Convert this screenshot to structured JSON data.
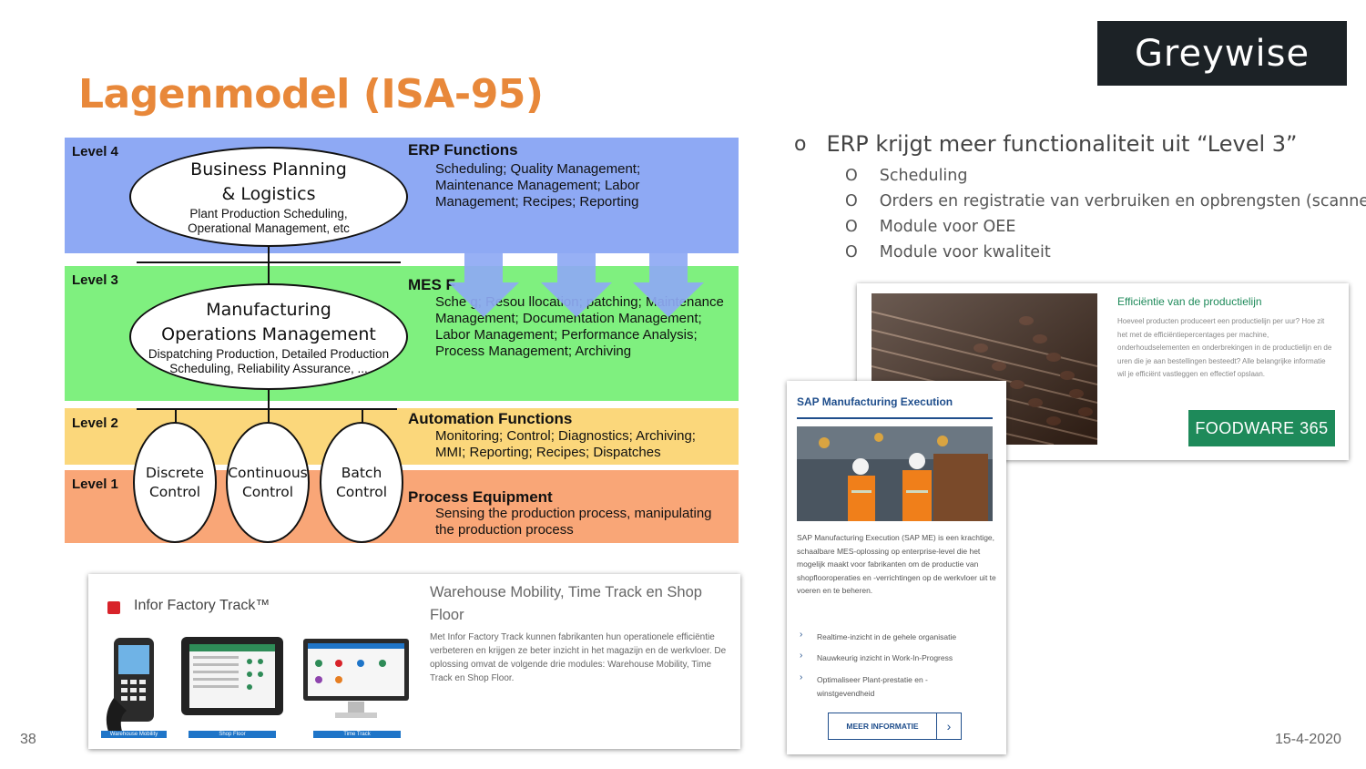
{
  "slide": {
    "title": "Lagenmodel (ISA-95)",
    "logo": "Greywise",
    "page_number": "38",
    "date": "15-4-2020"
  },
  "diagram": {
    "levels": [
      {
        "label": "Level 4",
        "color": "#8ea9f4"
      },
      {
        "label": "Level 3",
        "color": "#7ff07f"
      },
      {
        "label": "Level 2",
        "color": "#fbd77b"
      },
      {
        "label": "Level 1",
        "color": "#f9a677"
      }
    ],
    "l4_ellipse": {
      "line1": "Business Planning",
      "line2": "& Logistics",
      "sub1": "Plant Production Scheduling,",
      "sub2": "Operational Management, etc"
    },
    "l3_ellipse": {
      "line1": "Manufacturing",
      "line2": "Operations Management",
      "sub1": "Dispatching Production, Detailed Production",
      "sub2": "Scheduling, Reliability Assurance, ..."
    },
    "controls": [
      {
        "line1": "Discrete",
        "line2": "Control"
      },
      {
        "line1": "Continuous",
        "line2": "Control"
      },
      {
        "line1": "Batch",
        "line2": "Control"
      }
    ],
    "erp": {
      "heading": "ERP Functions",
      "body": "Scheduling;   Quality Management; Maintenance Management;   Labor Management;   Recipes;   Reporting"
    },
    "mes": {
      "heading": "MES F",
      "body": "Sche     g;  Resou      llocation;     patching; Maintenance Management;  Documentation Management;  Labor Management; Performance Analysis;  Process Management; Archiving"
    },
    "automation": {
      "heading": "Automation Functions",
      "body": "Monitoring;  Control;  Diagnostics;  Archiving; MMI;  Reporting;  Recipes;  Dispatches"
    },
    "process": {
      "heading": "Process Equipment",
      "body": "Sensing the production process, manipulating the production process"
    },
    "arrow_color": "#8ea9f4"
  },
  "bullets": {
    "main": "ERP krijgt meer functionaliteit uit “Level 3”",
    "marker": "o",
    "sub_marker": "O",
    "items": [
      "Scheduling",
      "Orders en registratie van verbruiken en opbrengsten (scannen)",
      "Module voor OEE",
      "Module voor kwaliteit"
    ]
  },
  "infor_card": {
    "brand": "Infor Factory Track™",
    "heading": "Warehouse Mobility, Time Track en Shop Floor",
    "body": "Met Infor Factory Track kunnen fabrikanten hun operationele efficiëntie verbeteren en krijgen ze beter inzicht in het magazijn en de werkvloer. De oplossing omvat de volgende drie modules: Warehouse Mobility, Time Track en Shop Floor.",
    "devices": [
      "Warehouse Mobility",
      "Shop Floor",
      "Time Track"
    ],
    "accent": "#d8232a"
  },
  "foodware_card": {
    "heading": "Efficiëntie van de productielijn",
    "body": "Hoeveel producten produceert een productielijn per uur? Hoe zit het met de efficiëntiepercentages per machine, onderhoudselementen en onderbrekingen in de productielijn en de uren die je aan bestellingen besteedt? Alle belangrijke informatie wil je efficiënt vastleggen en effectief opslaan.",
    "brand": "FOODWARE 365",
    "brand_color": "#1e8a5a"
  },
  "sap_card": {
    "heading": "SAP Manufacturing Execution",
    "body": "SAP Manufacturing Execution (SAP ME) is een krachtige, schaalbare MES-oplossing op enterprise-level die het mogelijk maakt voor fabrikanten om de productie van shopflooroperaties en -verrichtingen op de werkvloer uit te voeren en te beheren.",
    "items": [
      "Realtime-inzicht in de gehele organisatie",
      "Nauwkeurig inzicht in Work-In-Progress",
      "Optimaliseer Plant-prestatie en -winstgevendheid"
    ],
    "button": "MEER INFORMATIE",
    "accent": "#1f4e8c"
  }
}
